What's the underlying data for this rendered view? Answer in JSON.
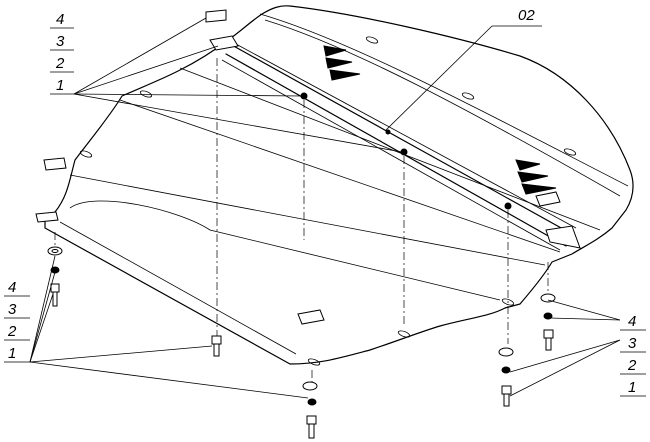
{
  "callouts": {
    "top_left": [
      "4",
      "3",
      "2",
      "1"
    ],
    "bottom_left": [
      "4",
      "3",
      "2",
      "1"
    ],
    "bottom_right": [
      "4",
      "3",
      "2",
      "1"
    ],
    "part_label": "02"
  }
}
